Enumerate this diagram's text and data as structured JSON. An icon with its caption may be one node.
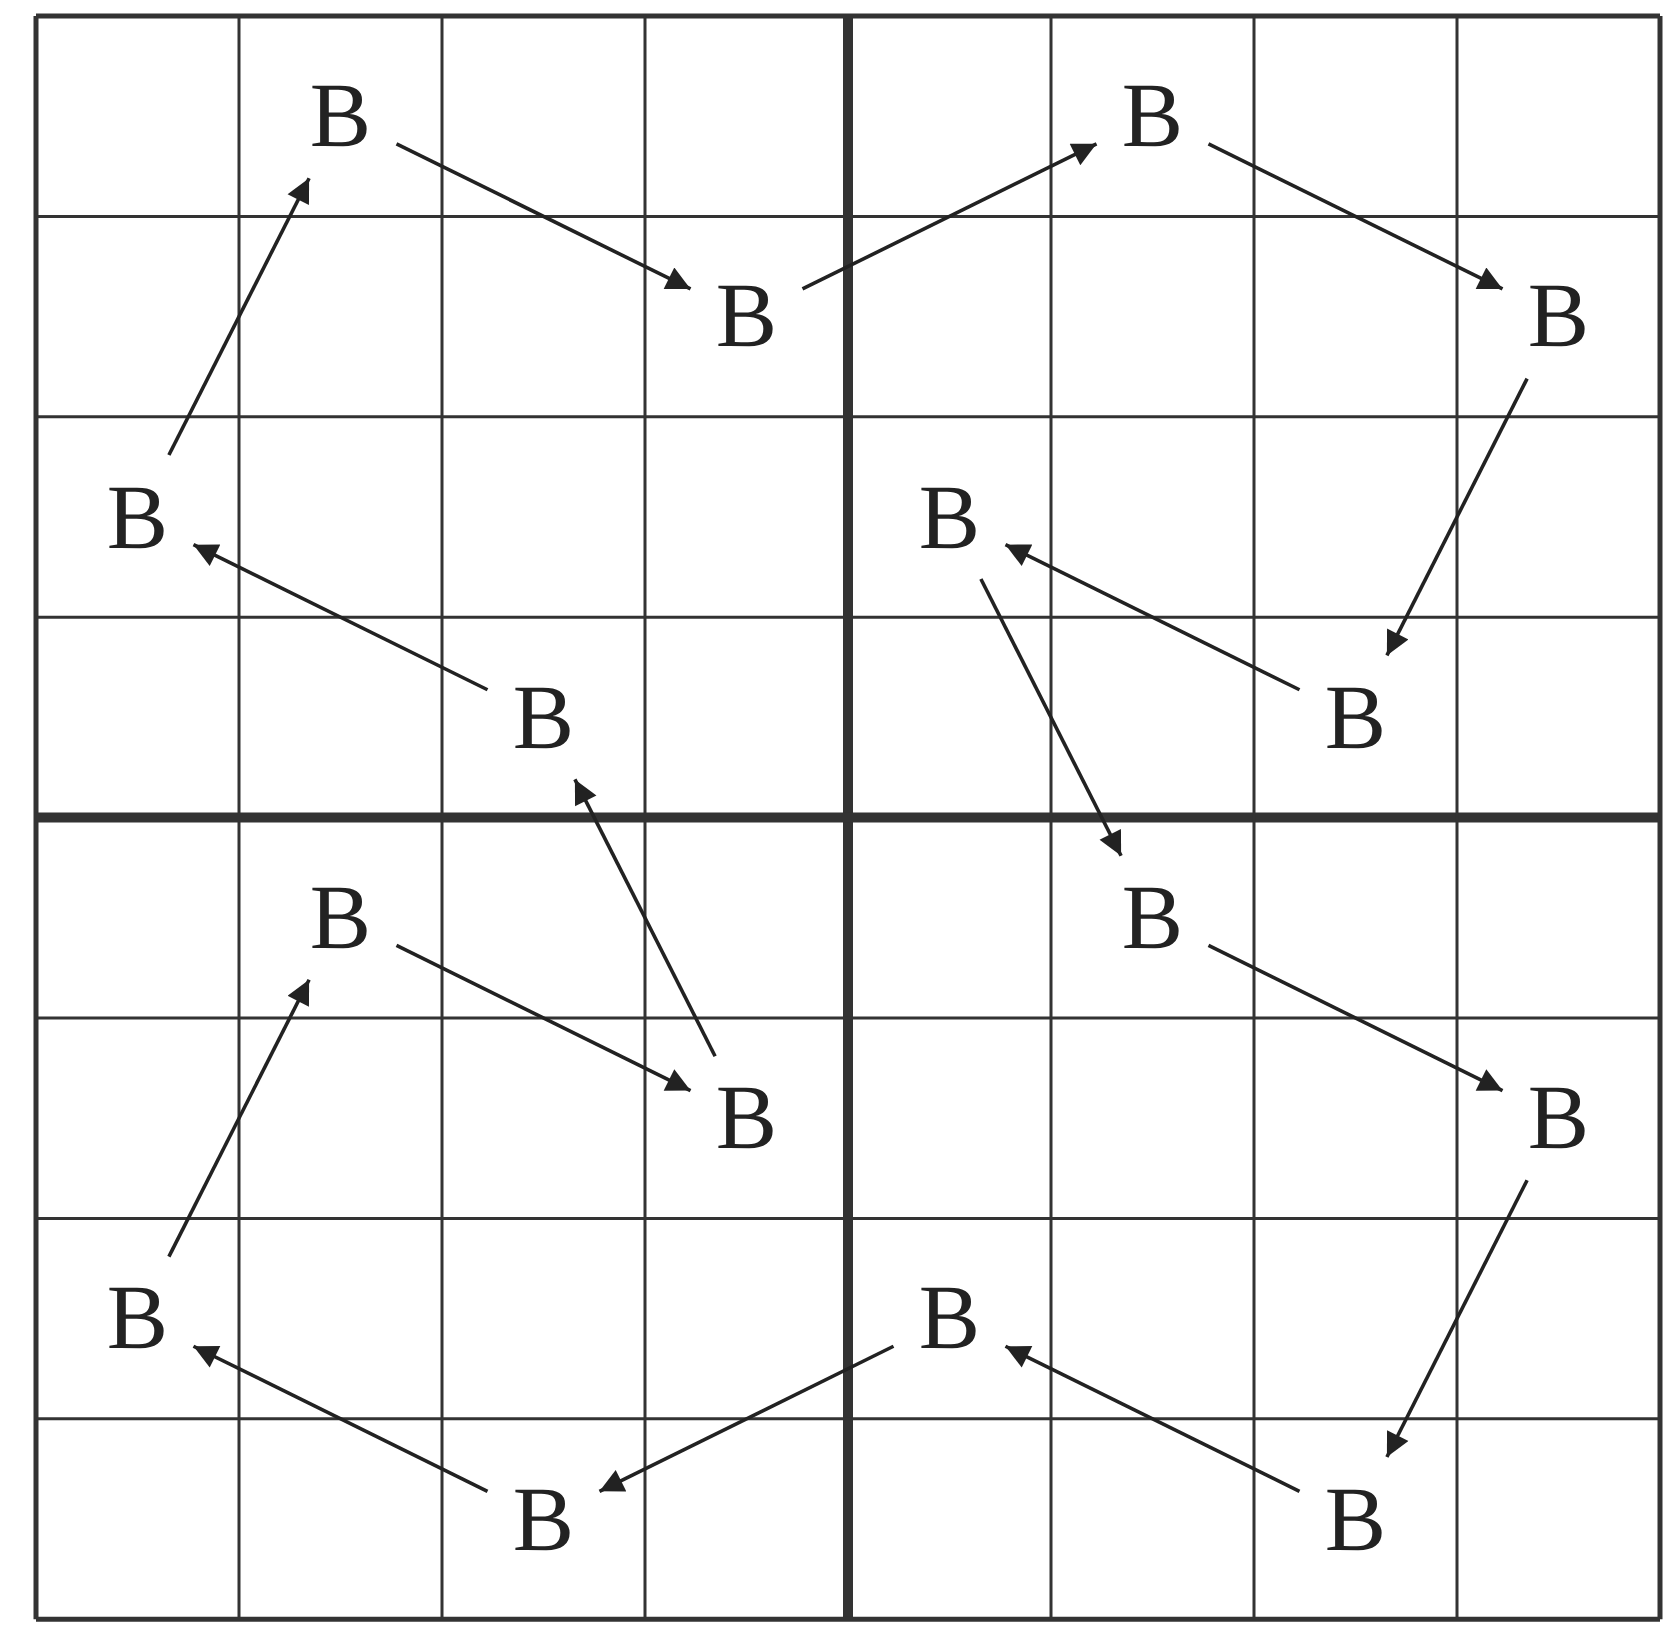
{
  "diagram": {
    "nodes": [
      {
        "text": [
          "B"
        ]
      },
      {
        "text": [
          "B"
        ]
      },
      {
        "text": [
          "B"
        ]
      },
      {
        "text": [
          "B"
        ]
      },
      {
        "text": [
          "B"
        ]
      },
      {
        "text": [
          "B"
        ]
      },
      {
        "text": [
          "B"
        ]
      },
      {
        "text": [
          "B"
        ]
      },
      {
        "text": [
          "B"
        ]
      },
      {
        "text": [
          "B"
        ]
      },
      {
        "text": [
          "B"
        ]
      },
      {
        "text": [
          "B"
        ]
      },
      {
        "text": [
          "B"
        ]
      },
      {
        "text": [
          "B"
        ]
      },
      {
        "text": [
          "B"
        ]
      },
      {
        "text": [
          "B"
        ]
      }
    ],
    "edges": [
      {
        "from": 0,
        "to": 1,
        "arrow": "to"
      },
      {
        "from": 1,
        "to": 2,
        "arrow": "to"
      },
      {
        "from": 2,
        "to": 3,
        "arrow": "to"
      },
      {
        "from": 3,
        "to": 4,
        "arrow": "to"
      },
      {
        "from": 4,
        "to": 5,
        "arrow": "to"
      },
      {
        "from": 5,
        "to": 6,
        "arrow": "to"
      },
      {
        "from": 6,
        "to": 7,
        "arrow": "to"
      },
      {
        "from": 7,
        "to": 8,
        "arrow": "to"
      },
      {
        "from": 8,
        "to": 9,
        "arrow": "to"
      },
      {
        "from": 9,
        "to": 10,
        "arrow": "to"
      },
      {
        "from": 10,
        "to": 11,
        "arrow": "to"
      },
      {
        "from": 11,
        "to": 12,
        "arrow": "to"
      },
      {
        "from": 12,
        "to": 13,
        "arrow": "to"
      },
      {
        "from": 13,
        "to": 14,
        "arrow": "to"
      },
      {
        "from": 14,
        "to": 15,
        "arrow": "to"
      },
      {
        "from": 15,
        "to": 0,
        "arrow": "to"
      }
    ]
  }
}
